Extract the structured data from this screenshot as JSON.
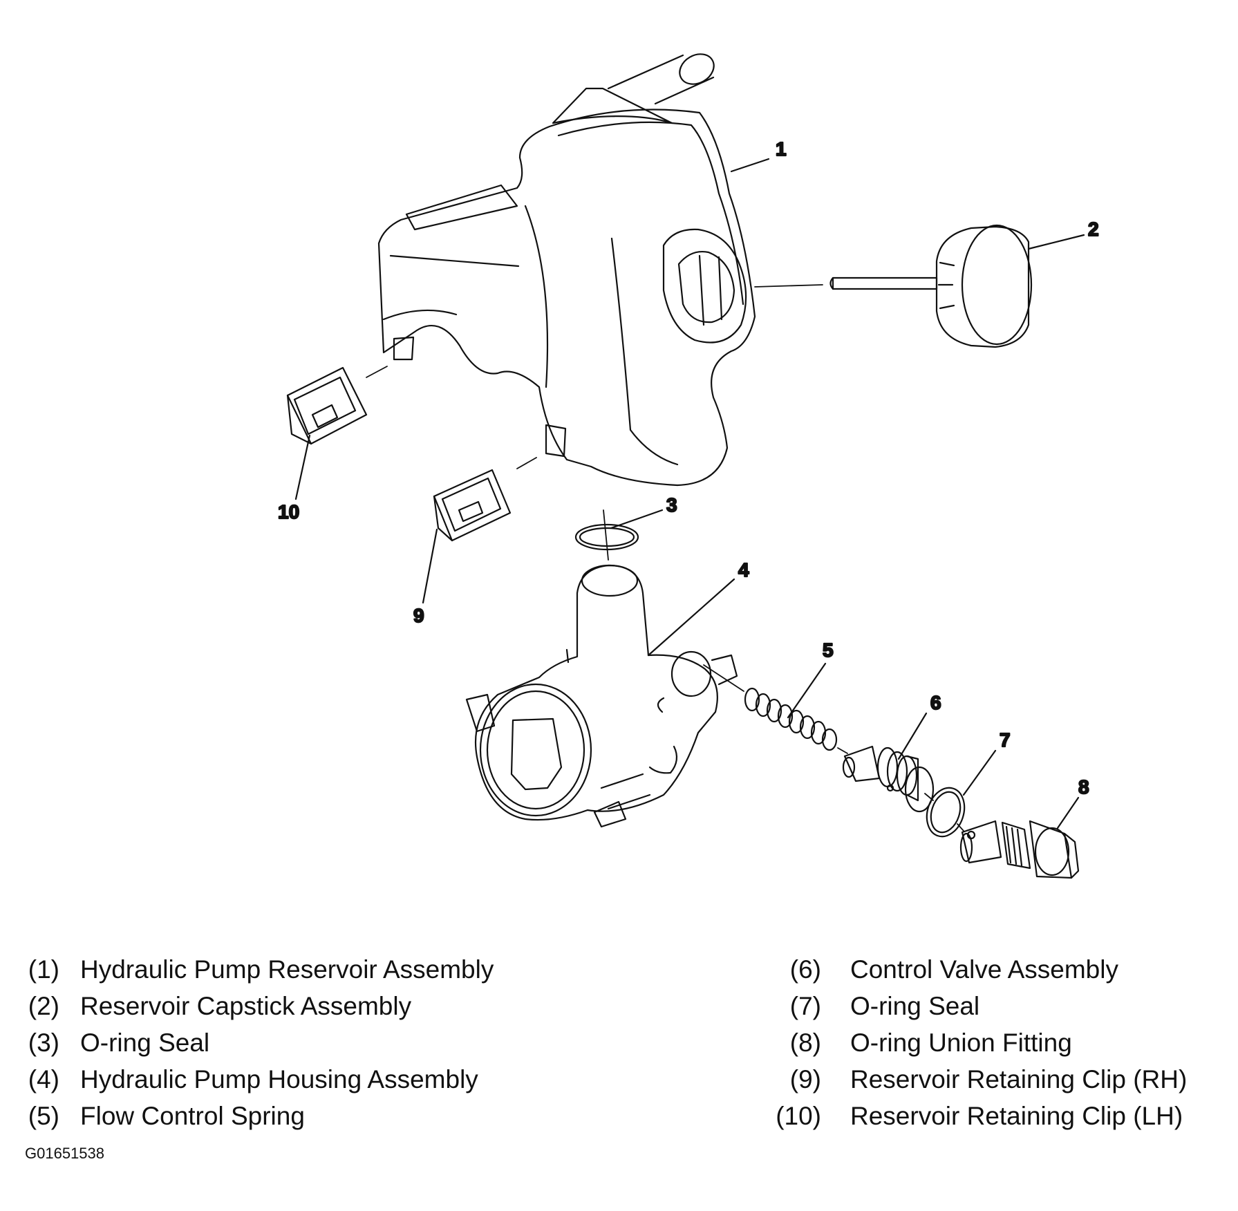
{
  "diagram": {
    "callouts": [
      "1",
      "2",
      "3",
      "4",
      "5",
      "6",
      "7",
      "8",
      "9",
      "10"
    ]
  },
  "legend": {
    "left": [
      {
        "num": "(1)",
        "label": "Hydraulic Pump Reservoir Assembly"
      },
      {
        "num": "(2)",
        "label": "Reservoir Capstick Assembly"
      },
      {
        "num": "(3)",
        "label": "O-ring Seal"
      },
      {
        "num": "(4)",
        "label": "Hydraulic Pump Housing Assembly"
      },
      {
        "num": "(5)",
        "label": "Flow Control Spring"
      }
    ],
    "right": [
      {
        "num": "(6)",
        "label": "Control Valve Assembly"
      },
      {
        "num": "(7)",
        "label": "O-ring Seal"
      },
      {
        "num": "(8)",
        "label": "O-ring Union Fitting"
      },
      {
        "num": "(9)",
        "label": "Reservoir Retaining Clip (RH)"
      },
      {
        "num": "(10)",
        "label": "Reservoir Retaining Clip (LH)"
      }
    ]
  },
  "figure_id": "G01651538"
}
